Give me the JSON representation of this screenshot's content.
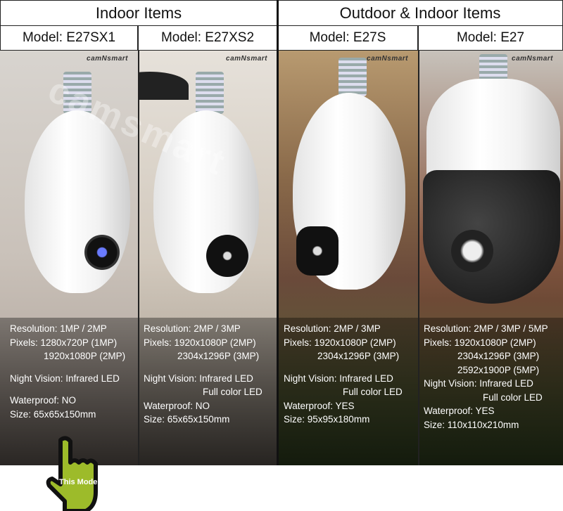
{
  "groups": [
    "Indoor Items",
    "Outdoor & Indoor Items"
  ],
  "brand": "camNsmart",
  "watermark": "camsmart",
  "badge": "This Model",
  "columns": [
    {
      "model": "Model: E27SX1",
      "resolution": "Resolution: 1MP / 2MP",
      "pixels": [
        "Pixels: 1280x720P (1MP)",
        "1920x1080P (2MP)"
      ],
      "night": [
        "Night Vision: Infrared LED"
      ],
      "waterproof": "Waterproof: NO",
      "size": "Size: 65x65x150mm"
    },
    {
      "model": "Model: E27XS2",
      "resolution": "Resolution: 2MP / 3MP",
      "pixels": [
        "Pixels: 1920x1080P (2MP)",
        "2304x1296P (3MP)"
      ],
      "night": [
        "Night Vision: Infrared LED",
        "Full color LED"
      ],
      "waterproof": "Waterproof: NO",
      "size": "Size: 65x65x150mm"
    },
    {
      "model": "Model: E27S",
      "resolution": "Resolution: 2MP / 3MP",
      "pixels": [
        "Pixels: 1920x1080P (2MP)",
        "2304x1296P (3MP)"
      ],
      "night": [
        "Night Vision: Infrared LED",
        "Full color LED"
      ],
      "waterproof": "Waterproof: YES",
      "size": "Size: 95x95x180mm"
    },
    {
      "model": "Model: E27",
      "resolution": "Resolution: 2MP / 3MP / 5MP",
      "pixels": [
        "Pixels: 1920x1080P (2MP)",
        "2304x1296P (3MP)",
        "2592x1900P (5MP)"
      ],
      "night": [
        "Night Vision: Infrared LED",
        "Full color LED"
      ],
      "waterproof": "Waterproof: YES",
      "size": "Size: 110x110x210mm"
    }
  ]
}
